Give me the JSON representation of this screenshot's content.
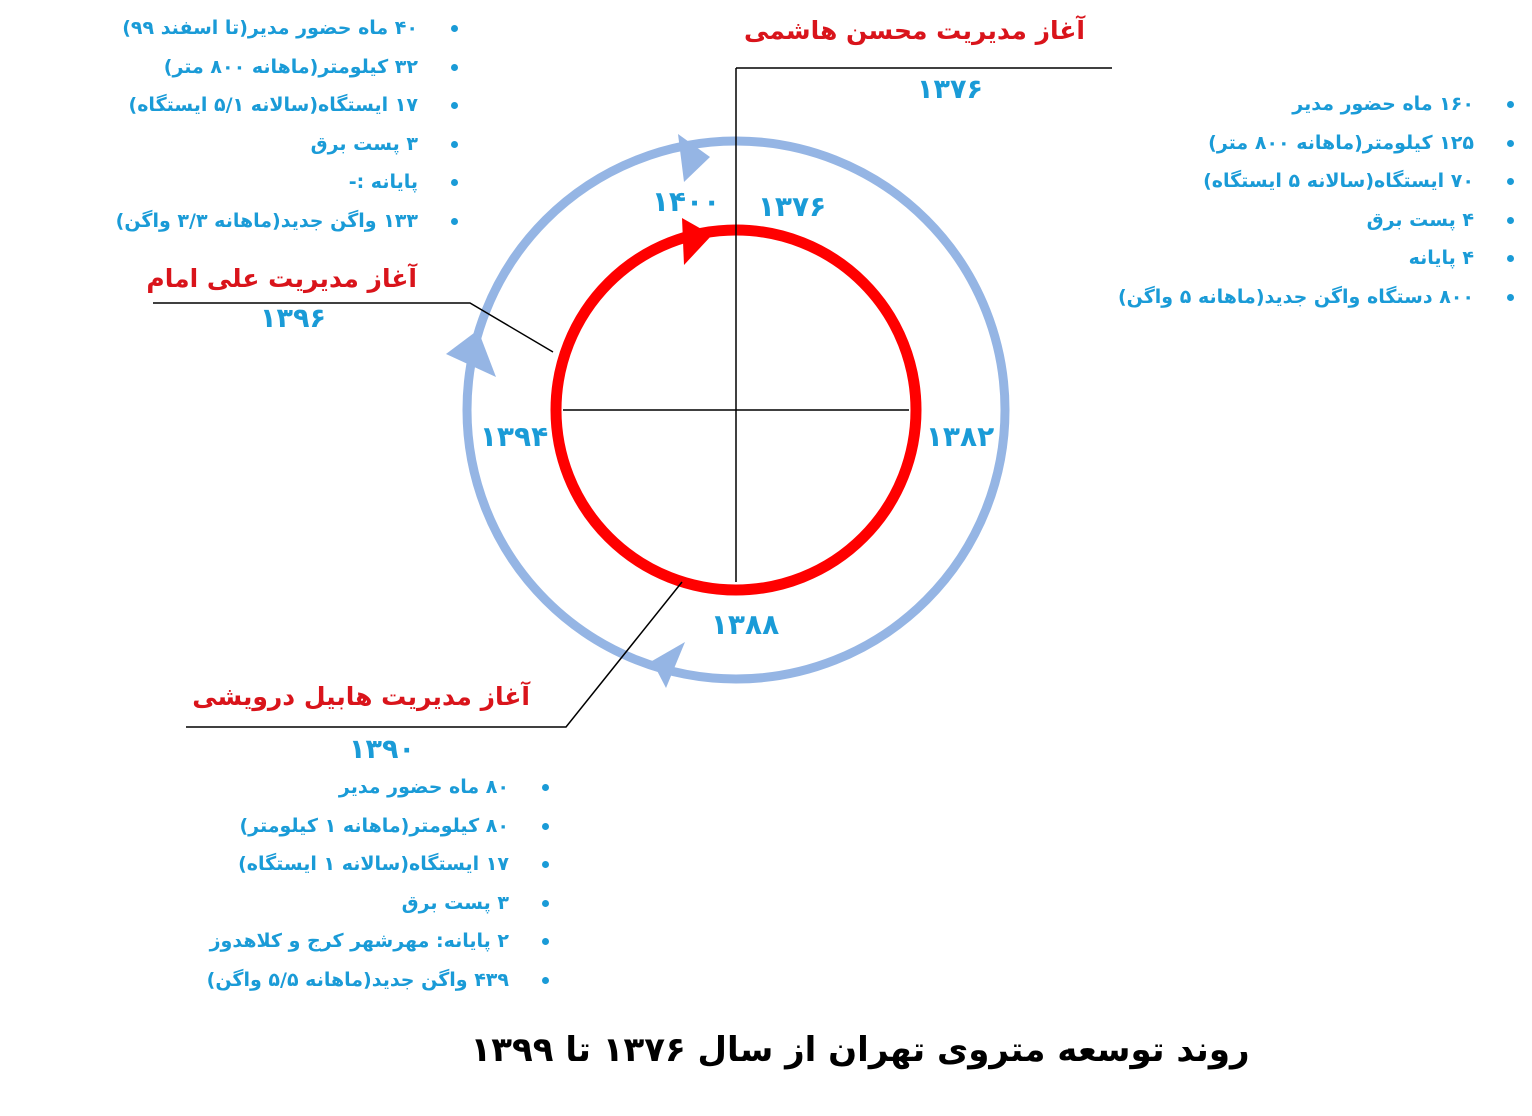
{
  "caption": "روند توسعه متروی تهران از سال ۱۳۷۶ تا ۱۳۹۹",
  "cycle_years": {
    "top_right": "۱۳۷۶",
    "top_left": "۱۴۰۰",
    "right": "۱۳۸۲",
    "bottom": "۱۳۸۸",
    "left": "۱۳۹۴"
  },
  "managers": {
    "hashemi": {
      "heading": "آغاز مدیریت محسن هاشمی",
      "year": "۱۳۷۶",
      "stats": [
        "۱۶۰ ماه حضور مدیر",
        "۱۲۵ کیلومتر(ماهانه ۸۰۰ متر)",
        "۷۰ ایستگاه(سالانه ۵ ایستگاه)",
        "۴ پست برق",
        "۴ پایانه",
        "۸۰۰ دستگاه واگن جدید(ماهانه ۵ واگن)"
      ]
    },
    "darvishi": {
      "heading": "آغاز مدیریت هابیل درویشی",
      "year": "۱۳۹۰",
      "stats": [
        "۸۰ ماه حضور مدیر",
        "۸۰ کیلومتر(ماهانه ۱ کیلومتر)",
        "۱۷ ایستگاه(سالانه ۱ ایستگاه)",
        "۳ پست برق",
        "۲ پایانه: مهرشهر کرج و کلاهدوز",
        "۴۳۹ واگن جدید(ماهانه ۵/۵ واگن)"
      ]
    },
    "emam": {
      "heading": "آغاز مدیریت علی امام",
      "year": "۱۳۹۶",
      "stats": [
        "۴۰ ماه حضور مدیر(تا اسفند ۹۹)",
        "۳۲ کیلومتر(ماهانه ۸۰۰ متر)",
        "۱۷ ایستگاه(سالانه ۵/۱ ایستگاه)",
        "۳ پست برق",
        "پایانه :-",
        "۱۳۳ واگن جدید(ماهانه ۳/۳ واگن)"
      ]
    }
  },
  "colors": {
    "outer_ring": "#95b5e4",
    "inner_ring": "#ff0000",
    "heading": "#d9141b",
    "stats": "#1a9bd7",
    "lines": "#000000"
  }
}
